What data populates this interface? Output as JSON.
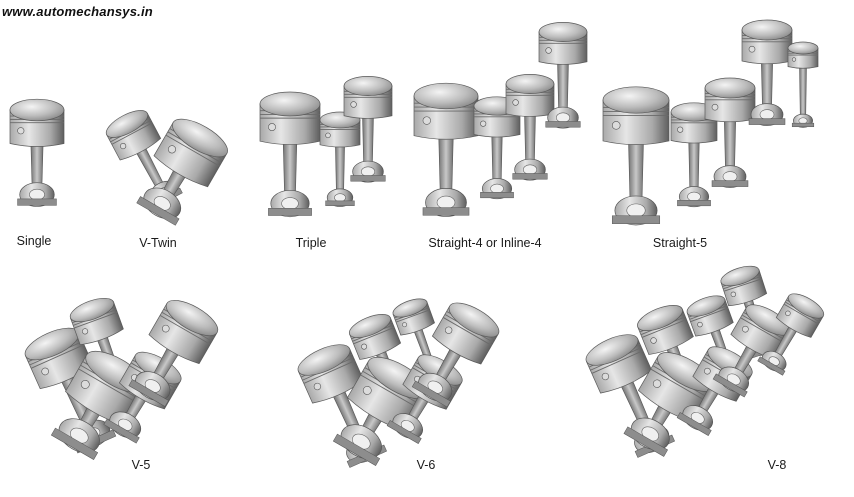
{
  "watermark": "www.automechansys.in",
  "configurations": [
    {
      "label": "Single"
    },
    {
      "label": "V-Twin"
    },
    {
      "label": "Triple"
    },
    {
      "label": "Straight-4 or Inline-4"
    },
    {
      "label": "Straight-5"
    },
    {
      "label": "V-5"
    },
    {
      "label": "V-6"
    },
    {
      "label": "V-8"
    }
  ],
  "colors": {
    "background": "#ffffff",
    "metal_light": "#e6e6e6",
    "metal_mid": "#a9a9a9",
    "metal_dark": "#5e5e5e",
    "text": "#1a1a1a"
  },
  "icons": [
    "piston-rod-assembly-icon"
  ]
}
